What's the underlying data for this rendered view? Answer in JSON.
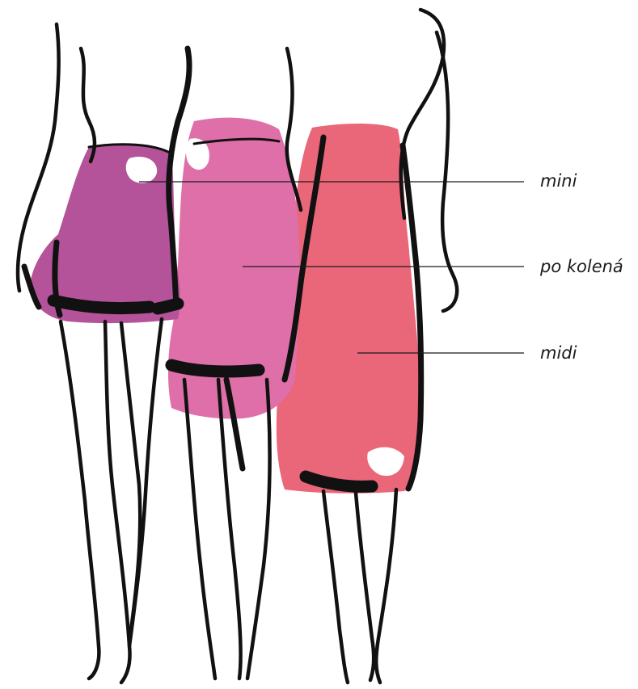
{
  "labels": {
    "mini": "mini",
    "knee": "po kolená",
    "midi": "midi"
  },
  "colors": {
    "mini_skirt": "#b4539a",
    "knee_skirt": "#df6fa8",
    "midi_skirt": "#ea6679",
    "outline": "#111111",
    "label_text": "#1a1a1a"
  }
}
